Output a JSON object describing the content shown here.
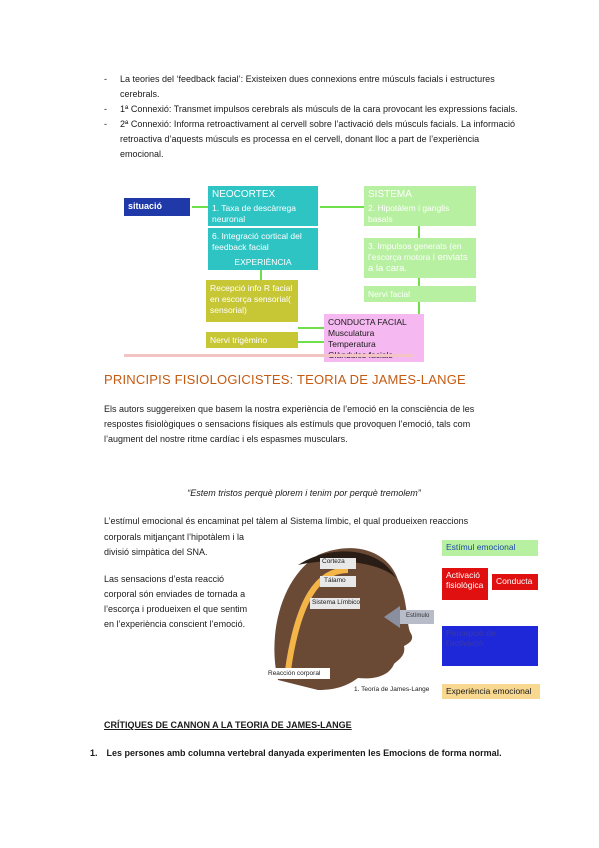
{
  "bullets": [
    "La teories del ‘feedback facial’: Existeixen dues connexions entre músculs facials i estructures cerebrals.",
    "1ª Connexió: Transmet impulsos cerebrals als músculs de la cara provocant les expressions facials.",
    "2ª Connexió: Informa retroactivament al cervell sobre l’activació dels músculs facials. La informació retroactiva d’aquests músculs es processa en el cervell, donant lloc a part de l’experiència emocional."
  ],
  "diagram": {
    "situacio": "situació",
    "neocortex": "NEOCORTEX",
    "taxa": "1. Taxa de descàrrega neuronal",
    "integracio": "6. Integració cortical del feedback facial",
    "experiencia": "EXPERIÈNCIA",
    "sistema": "SISTEMA",
    "hipotalem": "2. Hipotàlem i ganglis basals",
    "impulsos": "3. Impulsos generats (en l’escorça motora",
    "enviats": "i enviats a la cara.",
    "nervi_facial": "Nervi facial",
    "recepcio": "Recepció info R facial en escorça sensorial( sensorial)",
    "conducta": "CONDUCTA FACIAL",
    "musculatura": "Musculatura",
    "temperatura": "Temperatura",
    "glandules": "Glàndules facials",
    "nervi_trigemin": "Nervi trigèmino",
    "colors": {
      "teal": "#2fc4c4",
      "green": "#b7f0a0",
      "navy": "#1f3aa8",
      "olive": "#c7c735",
      "pink": "#f5b8f0",
      "arrow": "#6fe04a"
    }
  },
  "heading": "PRINCIPIS FISIOLOGICISTES: TEORIA DE JAMES-LANGE",
  "paragraph1": "Els autors suggereixen que basem la nostra experiència de l’emoció en la consciència de les respostes fisiològiques o sensacions físiques als estímuls que provoquen l’emoció, tals com l’augment del nostre ritme cardíac i els espasmes musculars.",
  "quote": "“Estem tristos perquè plorem i tenim por perquè tremolem”",
  "paragraph2a": "L’estímul emocional és encaminat pel tàlem al Sistema límbic, el qual produeixen reaccions",
  "paragraph2b": "corporals mitjançant l’hipotàlem i la divisió simpàtica del SNA.",
  "paragraph3": "Las sensacions d’esta reacció corporal són enviades de tornada a l’escorça i produeixen el que sentim en l’experiència conscient l’emoció.",
  "figure": {
    "corteza": "Corteza",
    "talamo": "Tálamo",
    "limbico": "Sistema Límbico",
    "estimulo": "Estímulo",
    "reaccion": "Reacción corporal",
    "caption": "1. Teoría de James-Lange"
  },
  "flow": {
    "estimul": "Estímul emocional",
    "activacio": "Activació fisiològica",
    "conducta": "Conducta",
    "percepcio": "Percepció de l’activació",
    "experiencia": "Experiència emocional"
  },
  "criticisms_heading": "CRÍTIQUES DE CANNON A LA TEORIA DE JAMES-LANGE",
  "criticism_1_num": "1.",
  "criticism_1": "Les persones amb columna vertebral danyada experimenten les Emocions de forma normal."
}
